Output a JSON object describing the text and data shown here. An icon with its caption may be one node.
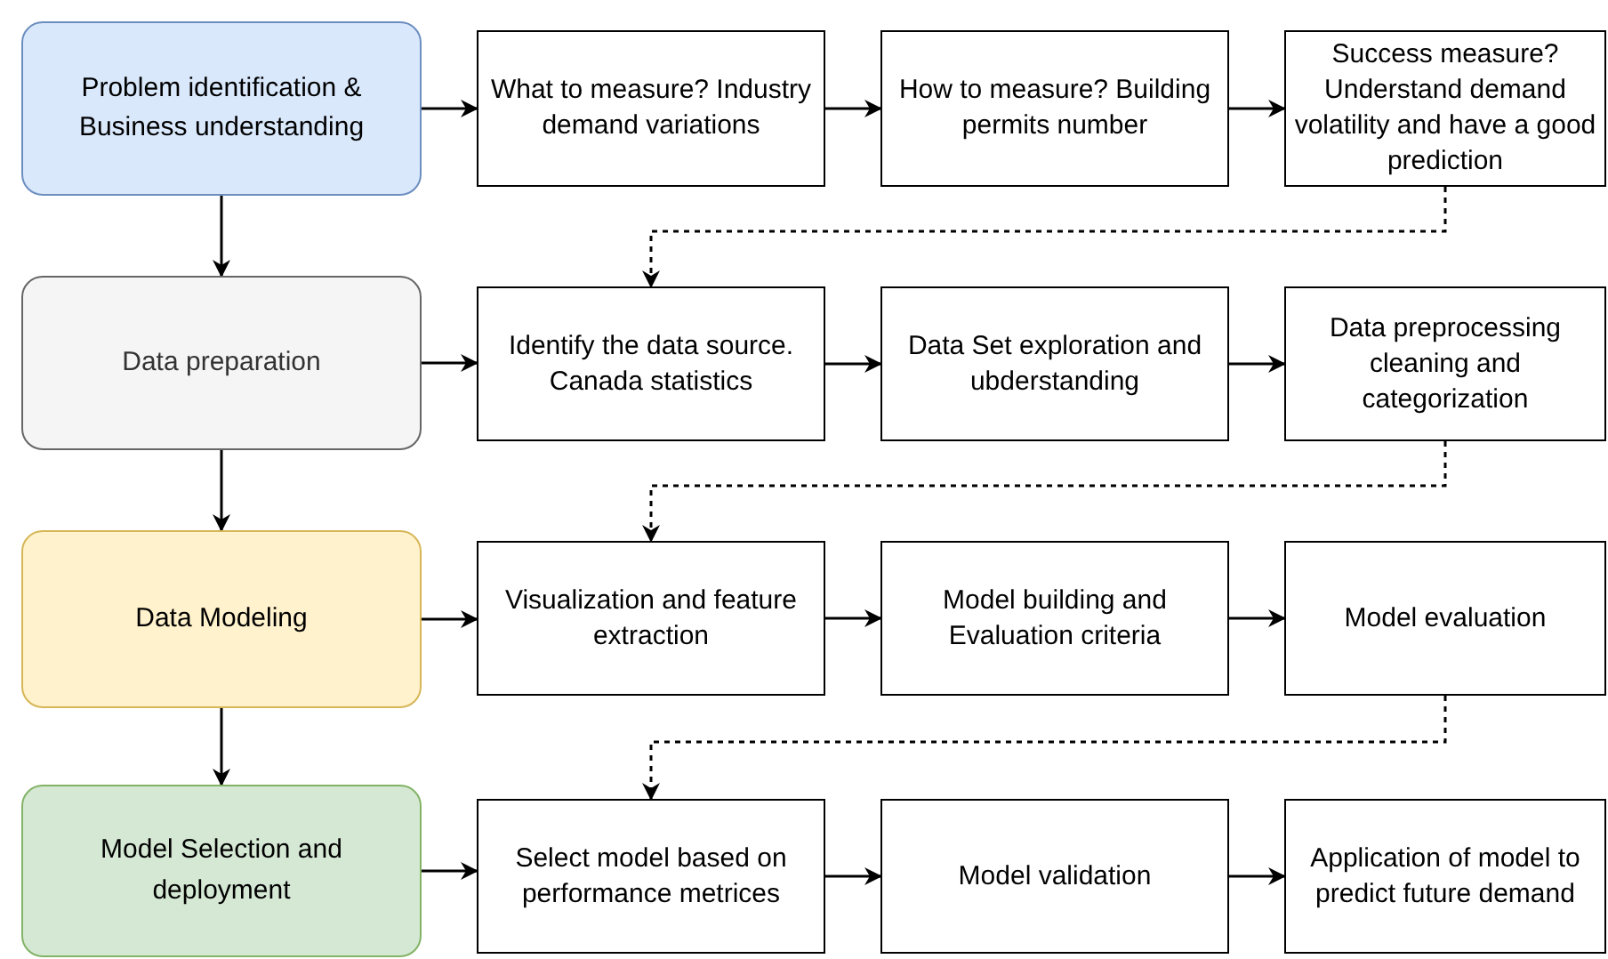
{
  "diagram": {
    "nodes": [
      {
        "text": [
          "Problem identification & Business understanding"
        ]
      },
      {
        "text": [
          "What to measure? Industry demand variations"
        ]
      },
      {
        "text": [
          "How to measure? Building permits number"
        ]
      },
      {
        "text": [
          "Success measure? Understand demand volatility and have a good prediction"
        ]
      },
      {
        "text": [
          "Data preparation"
        ]
      },
      {
        "text": [
          "Identify the data source. Canada statistics"
        ]
      },
      {
        "text": [
          "Data Set exploration and ubderstanding"
        ]
      },
      {
        "text": [
          "Data preprocessing cleaning and categorization"
        ]
      },
      {
        "text": [
          "Data Modeling"
        ]
      },
      {
        "text": [
          "Visualization and feature extraction"
        ]
      },
      {
        "text": [
          "Model building and Evaluation criteria"
        ]
      },
      {
        "text": [
          "Model evaluation"
        ]
      },
      {
        "text": [
          "Model Selection and deployment"
        ]
      },
      {
        "text": [
          "Select model based on performance metrices"
        ]
      },
      {
        "text": [
          "Model validation"
        ]
      },
      {
        "text": [
          "Application of model to predict future demand"
        ]
      }
    ],
    "edges": [
      {
        "from": 0,
        "to": 1,
        "arrow": "to"
      },
      {
        "from": 1,
        "to": 2,
        "arrow": "to"
      },
      {
        "from": 2,
        "to": 3,
        "arrow": "to"
      },
      {
        "from": 0,
        "to": 4,
        "arrow": "to"
      },
      {
        "from": 3,
        "to": 5,
        "arrow": "to",
        "style": "dashed"
      },
      {
        "from": 4,
        "to": 5,
        "arrow": "to"
      },
      {
        "from": 5,
        "to": 6,
        "arrow": "to"
      },
      {
        "from": 6,
        "to": 7,
        "arrow": "to"
      },
      {
        "from": 4,
        "to": 8,
        "arrow": "to"
      },
      {
        "from": 7,
        "to": 9,
        "arrow": "to",
        "style": "dashed"
      },
      {
        "from": 8,
        "to": 9,
        "arrow": "to"
      },
      {
        "from": 9,
        "to": 10,
        "arrow": "to"
      },
      {
        "from": 10,
        "to": 11,
        "arrow": "to"
      },
      {
        "from": 8,
        "to": 12,
        "arrow": "to"
      },
      {
        "from": 11,
        "to": 13,
        "arrow": "to",
        "style": "dashed"
      },
      {
        "from": 12,
        "to": 13,
        "arrow": "to"
      },
      {
        "from": 13,
        "to": 14,
        "arrow": "to"
      },
      {
        "from": 14,
        "to": 15,
        "arrow": "to"
      }
    ]
  }
}
